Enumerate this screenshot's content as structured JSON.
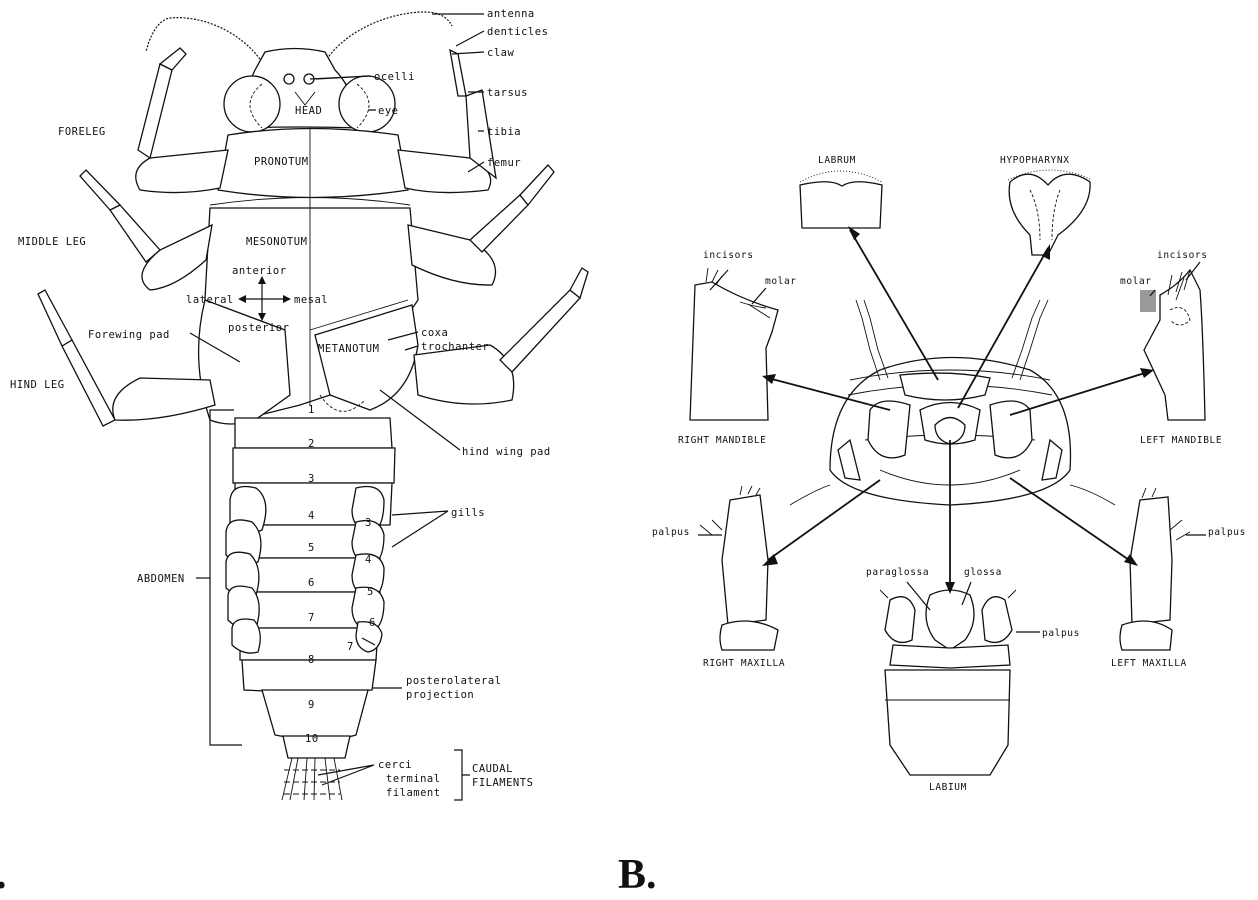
{
  "panel_a": {
    "panel_label": ".",
    "labels": {
      "antenna": "antenna",
      "denticles": "denticles",
      "claw": "claw",
      "ocelli": "ocelli",
      "tarsus": "tarsus",
      "head": "HEAD",
      "eye": "eye",
      "tibia": "tibia",
      "foreleg": "FORELEG",
      "pronotum": "PRONOTUM",
      "femur": "femur",
      "middle_leg": "MIDDLE LEG",
      "mesonotum": "MESONOTUM",
      "anterior": "anterior",
      "lateral": "lateral",
      "mesal": "mesal",
      "posterior": "posterior",
      "hind_leg": "HIND LEG",
      "forewing_pad": "Forewing pad",
      "coxa": "coxa",
      "trochanter": "trochanter",
      "metanotum": "METANOTUM",
      "hind_wing_pad": "hind wing pad",
      "gills": "gills",
      "abdomen": "ABDOMEN",
      "posterolateral_1": "posterolateral",
      "posterolateral_2": "projection",
      "cerci": "cerci",
      "terminal_1": "terminal",
      "terminal_2": "filament",
      "caudal_1": "CAUDAL",
      "caudal_2": "FILAMENTS"
    },
    "segments": [
      "1",
      "2",
      "3",
      "4",
      "5",
      "6",
      "7",
      "8",
      "9",
      "10"
    ],
    "gill_numbers": [
      "3",
      "4",
      "5",
      "6",
      "7"
    ]
  },
  "panel_b": {
    "panel_label": "B.",
    "labels": {
      "labrum": "LABRUM",
      "hypopharynx": "HYPOPHARYNX",
      "incisors_left": "incisors",
      "incisors_right": "incisors",
      "molar_left": "molar",
      "molar_right": "molar",
      "right_mandible": "RIGHT MANDIBLE",
      "left_mandible": "LEFT MANDIBLE",
      "palpus_left": "palpus",
      "palpus_right": "palpus",
      "palpus_labium": "palpus",
      "paraglossa": "paraglossa",
      "glossa": "glossa",
      "right_maxilla": "RIGHT MAXILLA",
      "left_maxilla": "LEFT MAXILLA",
      "labium": "LABIUM"
    }
  }
}
